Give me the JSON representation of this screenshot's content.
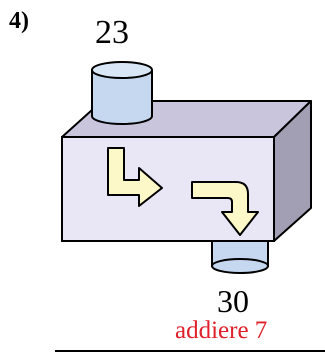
{
  "exercise": {
    "number": "4)"
  },
  "machine": {
    "input": "23",
    "output": "30",
    "rule": "addiere 7",
    "colors": {
      "box_front": "#e9e6f5",
      "box_top": "#c9c5dd",
      "box_side": "#a29fb5",
      "cylinder": "#c5d8ef",
      "arrow": "#fdf8c8",
      "rule_text": "#e0202a"
    }
  }
}
